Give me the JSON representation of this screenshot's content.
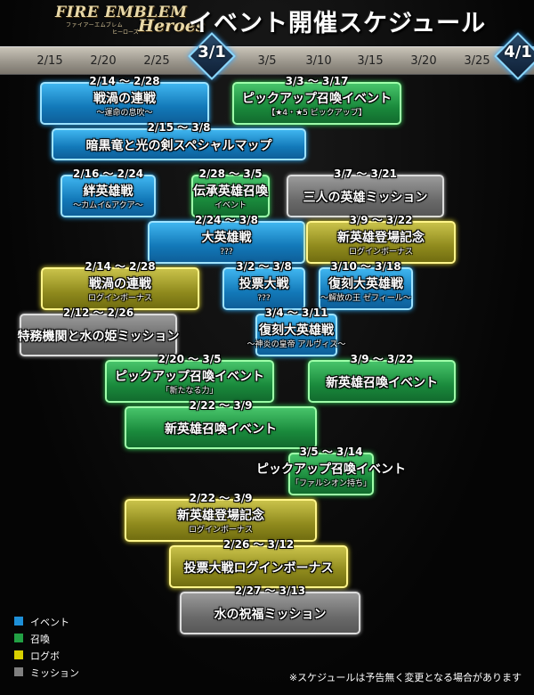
{
  "logo": {
    "line1": "FIRE EMBLEM",
    "line2": "ファイアーエムブレム",
    "line3": "Heroes",
    "line4": "ヒーローズ"
  },
  "title": "イベント開催スケジュール",
  "ruler": {
    "ticks": [
      "2/15",
      "2/20",
      "2/25",
      "3/5",
      "3/10",
      "3/15",
      "3/20",
      "3/25"
    ],
    "markers": [
      "3/1",
      "4/1"
    ]
  },
  "colors": {
    "blue": "#1e90d8",
    "green": "#22a044",
    "yellow": "#d8d000",
    "gray": "#808080"
  },
  "events": [
    {
      "color": "blue",
      "date": "2/14 〜 2/28",
      "name": "戦渦の連戦",
      "sub": "〜運命の息吹〜"
    },
    {
      "color": "green",
      "date": "3/3 〜 3/17",
      "name": "ピックアップ召喚イベント",
      "sub": "【★4・★5 ピックアップ】"
    },
    {
      "color": "blue",
      "date": "2/15 〜 3/8",
      "name": "暗黒竜と光の剣スペシャルマップ",
      "sub": ""
    },
    {
      "color": "blue",
      "date": "2/16 〜 2/24",
      "name": "絆英雄戦",
      "sub": "〜カムイ&アクア〜"
    },
    {
      "color": "green",
      "date": "2/28 〜 3/5",
      "name": "伝承英雄召喚",
      "sub": "イベント"
    },
    {
      "color": "gray",
      "date": "3/7 〜 3/21",
      "name": "三人の英雄ミッション",
      "sub": ""
    },
    {
      "color": "blue",
      "date": "2/24 〜 3/8",
      "name": "大英雄戦",
      "sub": "???"
    },
    {
      "color": "yellow",
      "date": "3/9 〜 3/22",
      "name": "新英雄登場記念",
      "sub": "ログインボーナス"
    },
    {
      "color": "yellow",
      "date": "2/14 〜 2/28",
      "name": "戦渦の連戦",
      "sub": "ログインボーナス"
    },
    {
      "color": "blue",
      "date": "3/2 〜 3/8",
      "name": "投票大戦",
      "sub": "???"
    },
    {
      "color": "blue",
      "date": "3/10 〜 3/18",
      "name": "復刻大英雄戦",
      "sub": "〜解放の王 ゼフィール〜"
    },
    {
      "color": "gray",
      "date": "2/12 〜 2/26",
      "name": "特務機関と水の姫ミッション",
      "sub": ""
    },
    {
      "color": "blue",
      "date": "3/4 〜 3/11",
      "name": "復刻大英雄戦",
      "sub": "〜神炎の皇帝 アルヴィス〜"
    },
    {
      "color": "green",
      "date": "2/20 〜 3/5",
      "name": "ピックアップ召喚イベント",
      "sub": "「新たなる力」"
    },
    {
      "color": "green",
      "date": "3/9 〜 3/22",
      "name": "新英雄召喚イベント",
      "sub": ""
    },
    {
      "color": "green",
      "date": "2/22 〜 3/9",
      "name": "新英雄召喚イベント",
      "sub": ""
    },
    {
      "color": "green",
      "date": "3/5 〜 3/14",
      "name": "ピックアップ召喚イベント",
      "sub": "「ファルシオン持ち」"
    },
    {
      "color": "yellow",
      "date": "2/22 〜 3/9",
      "name": "新英雄登場記念",
      "sub": "ログインボーナス"
    },
    {
      "color": "yellow",
      "date": "2/26 〜 3/12",
      "name": "投票大戦ログインボーナス",
      "sub": ""
    },
    {
      "color": "gray",
      "date": "2/27 〜 3/13",
      "name": "水の祝福ミッション",
      "sub": ""
    }
  ],
  "legend": [
    {
      "color": "blue",
      "label": "イベント"
    },
    {
      "color": "green",
      "label": "召喚"
    },
    {
      "color": "yellow",
      "label": "ログボ"
    },
    {
      "color": "gray",
      "label": "ミッション"
    }
  ],
  "note": "※スケジュールは予告無く変更となる場合があります"
}
